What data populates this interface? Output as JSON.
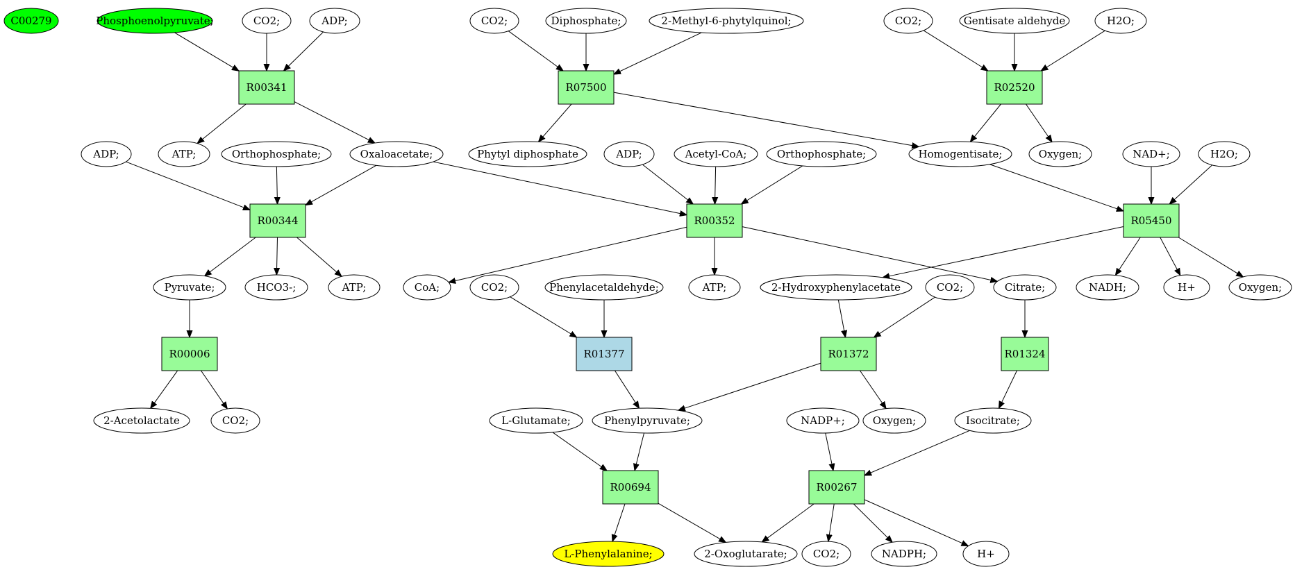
{
  "colors": {
    "metabolite": "#ffffff",
    "reaction": "#98fb98",
    "reaction_highlight": "#add8e6",
    "source": "#00ff00",
    "target": "#ffff00",
    "line": "#000000"
  },
  "nodes": [
    {
      "id": "m_c00279",
      "label": "C00279",
      "kind": "source"
    },
    {
      "id": "m_pep",
      "label": "Phosphoenolpyruvate;",
      "kind": "source"
    },
    {
      "id": "m_co2_a",
      "label": "CO2;",
      "kind": "metabolite"
    },
    {
      "id": "m_adp_a",
      "label": "ADP;",
      "kind": "metabolite"
    },
    {
      "id": "m_co2_b",
      "label": "CO2;",
      "kind": "metabolite"
    },
    {
      "id": "m_diphosphate",
      "label": "Diphosphate;",
      "kind": "metabolite"
    },
    {
      "id": "m_mpq",
      "label": "2-Methyl-6-phytylquinol;",
      "kind": "metabolite"
    },
    {
      "id": "m_co2_c",
      "label": "CO2;",
      "kind": "metabolite"
    },
    {
      "id": "m_gentisate",
      "label": "Gentisate aldehyde",
      "kind": "metabolite"
    },
    {
      "id": "m_h2o_a",
      "label": "H2O;",
      "kind": "metabolite"
    },
    {
      "id": "r_r00341",
      "label": "R00341",
      "kind": "reaction"
    },
    {
      "id": "r_r07500",
      "label": "R07500",
      "kind": "reaction"
    },
    {
      "id": "r_r02520",
      "label": "R02520",
      "kind": "reaction"
    },
    {
      "id": "m_adp_b",
      "label": "ADP;",
      "kind": "metabolite"
    },
    {
      "id": "m_atp_a",
      "label": "ATP;",
      "kind": "metabolite"
    },
    {
      "id": "m_ortho_a",
      "label": "Orthophosphate;",
      "kind": "metabolite"
    },
    {
      "id": "m_oxaloacetate",
      "label": "Oxaloacetate;",
      "kind": "metabolite"
    },
    {
      "id": "m_phytyl",
      "label": "Phytyl diphosphate",
      "kind": "metabolite"
    },
    {
      "id": "m_adp_c",
      "label": "ADP;",
      "kind": "metabolite"
    },
    {
      "id": "m_acetylcoa",
      "label": "Acetyl-CoA;",
      "kind": "metabolite"
    },
    {
      "id": "m_ortho_b",
      "label": "Orthophosphate;",
      "kind": "metabolite"
    },
    {
      "id": "m_homogentisate",
      "label": "Homogentisate;",
      "kind": "metabolite"
    },
    {
      "id": "m_oxygen_a",
      "label": "Oxygen;",
      "kind": "metabolite"
    },
    {
      "id": "m_nad",
      "label": "NAD+;",
      "kind": "metabolite"
    },
    {
      "id": "m_h2o_b",
      "label": "H2O;",
      "kind": "metabolite"
    },
    {
      "id": "r_r00344",
      "label": "R00344",
      "kind": "reaction"
    },
    {
      "id": "r_r00352",
      "label": "R00352",
      "kind": "reaction"
    },
    {
      "id": "r_r05450",
      "label": "R05450",
      "kind": "reaction"
    },
    {
      "id": "m_pyruvate",
      "label": "Pyruvate;",
      "kind": "metabolite"
    },
    {
      "id": "m_hco3",
      "label": "HCO3-;",
      "kind": "metabolite"
    },
    {
      "id": "m_atp_b",
      "label": "ATP;",
      "kind": "metabolite"
    },
    {
      "id": "m_coa",
      "label": "CoA;",
      "kind": "metabolite"
    },
    {
      "id": "m_co2_d",
      "label": "CO2;",
      "kind": "metabolite"
    },
    {
      "id": "m_phenylacetaldehyde",
      "label": "Phenylacetaldehyde;",
      "kind": "metabolite"
    },
    {
      "id": "m_atp_c",
      "label": "ATP;",
      "kind": "metabolite"
    },
    {
      "id": "m_hpa",
      "label": "2-Hydroxyphenylacetate",
      "kind": "metabolite"
    },
    {
      "id": "m_co2_e",
      "label": "CO2;",
      "kind": "metabolite"
    },
    {
      "id": "m_citrate",
      "label": "Citrate;",
      "kind": "metabolite"
    },
    {
      "id": "m_nadh",
      "label": "NADH;",
      "kind": "metabolite"
    },
    {
      "id": "m_hplus_a",
      "label": "H+",
      "kind": "metabolite"
    },
    {
      "id": "m_oxygen_b",
      "label": "Oxygen;",
      "kind": "metabolite"
    },
    {
      "id": "r_r00006",
      "label": "R00006",
      "kind": "reaction"
    },
    {
      "id": "r_r01377",
      "label": "R01377",
      "kind": "reaction_highlight"
    },
    {
      "id": "r_r01372",
      "label": "R01372",
      "kind": "reaction"
    },
    {
      "id": "r_r01324",
      "label": "R01324",
      "kind": "reaction"
    },
    {
      "id": "m_acetolactate",
      "label": "2-Acetolactate",
      "kind": "metabolite"
    },
    {
      "id": "m_co2_f",
      "label": "CO2;",
      "kind": "metabolite"
    },
    {
      "id": "m_glutamate",
      "label": "L-Glutamate;",
      "kind": "metabolite"
    },
    {
      "id": "m_phenylpyruvate",
      "label": "Phenylpyruvate;",
      "kind": "metabolite"
    },
    {
      "id": "m_nadp",
      "label": "NADP+;",
      "kind": "metabolite"
    },
    {
      "id": "m_oxygen_c",
      "label": "Oxygen;",
      "kind": "metabolite"
    },
    {
      "id": "m_isocitrate",
      "label": "Isocitrate;",
      "kind": "metabolite"
    },
    {
      "id": "r_r00694",
      "label": "R00694",
      "kind": "reaction"
    },
    {
      "id": "r_r00267",
      "label": "R00267",
      "kind": "reaction"
    },
    {
      "id": "m_phenylalanine",
      "label": "L-Phenylalanine;",
      "kind": "target"
    },
    {
      "id": "m_oxoglutarate",
      "label": "2-Oxoglutarate;",
      "kind": "metabolite"
    },
    {
      "id": "m_co2_g",
      "label": "CO2;",
      "kind": "metabolite"
    },
    {
      "id": "m_nadph",
      "label": "NADPH;",
      "kind": "metabolite"
    },
    {
      "id": "m_hplus_b",
      "label": "H+",
      "kind": "metabolite"
    }
  ],
  "edges": [
    [
      "m_pep",
      "r_r00341"
    ],
    [
      "m_co2_a",
      "r_r00341"
    ],
    [
      "m_adp_a",
      "r_r00341"
    ],
    [
      "r_r00341",
      "m_atp_a"
    ],
    [
      "r_r00341",
      "m_oxaloacetate"
    ],
    [
      "m_co2_b",
      "r_r07500"
    ],
    [
      "m_diphosphate",
      "r_r07500"
    ],
    [
      "m_mpq",
      "r_r07500"
    ],
    [
      "r_r07500",
      "m_phytyl"
    ],
    [
      "r_r07500",
      "m_homogentisate"
    ],
    [
      "m_co2_c",
      "r_r02520"
    ],
    [
      "m_gentisate",
      "r_r02520"
    ],
    [
      "m_h2o_a",
      "r_r02520"
    ],
    [
      "r_r02520",
      "m_homogentisate"
    ],
    [
      "r_r02520",
      "m_oxygen_a"
    ],
    [
      "m_adp_b",
      "r_r00344"
    ],
    [
      "m_ortho_a",
      "r_r00344"
    ],
    [
      "m_oxaloacetate",
      "r_r00344"
    ],
    [
      "r_r00344",
      "m_pyruvate"
    ],
    [
      "r_r00344",
      "m_hco3"
    ],
    [
      "r_r00344",
      "m_atp_b"
    ],
    [
      "m_oxaloacetate",
      "r_r00352"
    ],
    [
      "m_adp_c",
      "r_r00352"
    ],
    [
      "m_acetylcoa",
      "r_r00352"
    ],
    [
      "m_ortho_b",
      "r_r00352"
    ],
    [
      "r_r00352",
      "m_coa"
    ],
    [
      "r_r00352",
      "m_atp_c"
    ],
    [
      "r_r00352",
      "m_citrate"
    ],
    [
      "m_homogentisate",
      "r_r05450"
    ],
    [
      "m_nad",
      "r_r05450"
    ],
    [
      "m_h2o_b",
      "r_r05450"
    ],
    [
      "r_r05450",
      "m_hpa"
    ],
    [
      "r_r05450",
      "m_nadh"
    ],
    [
      "r_r05450",
      "m_hplus_a"
    ],
    [
      "r_r05450",
      "m_oxygen_b"
    ],
    [
      "m_pyruvate",
      "r_r00006"
    ],
    [
      "r_r00006",
      "m_acetolactate"
    ],
    [
      "r_r00006",
      "m_co2_f"
    ],
    [
      "m_co2_d",
      "r_r01377"
    ],
    [
      "m_phenylacetaldehyde",
      "r_r01377"
    ],
    [
      "r_r01377",
      "m_phenylpyruvate"
    ],
    [
      "m_hpa",
      "r_r01372"
    ],
    [
      "m_co2_e",
      "r_r01372"
    ],
    [
      "r_r01372",
      "m_phenylpyruvate"
    ],
    [
      "r_r01372",
      "m_oxygen_c"
    ],
    [
      "m_citrate",
      "r_r01324"
    ],
    [
      "r_r01324",
      "m_isocitrate"
    ],
    [
      "m_glutamate",
      "r_r00694"
    ],
    [
      "m_phenylpyruvate",
      "r_r00694"
    ],
    [
      "r_r00694",
      "m_phenylalanine"
    ],
    [
      "r_r00694",
      "m_oxoglutarate"
    ],
    [
      "m_nadp",
      "r_r00267"
    ],
    [
      "m_isocitrate",
      "r_r00267"
    ],
    [
      "r_r00267",
      "m_oxoglutarate"
    ],
    [
      "r_r00267",
      "m_co2_g"
    ],
    [
      "r_r00267",
      "m_nadph"
    ],
    [
      "r_r00267",
      "m_hplus_b"
    ]
  ]
}
